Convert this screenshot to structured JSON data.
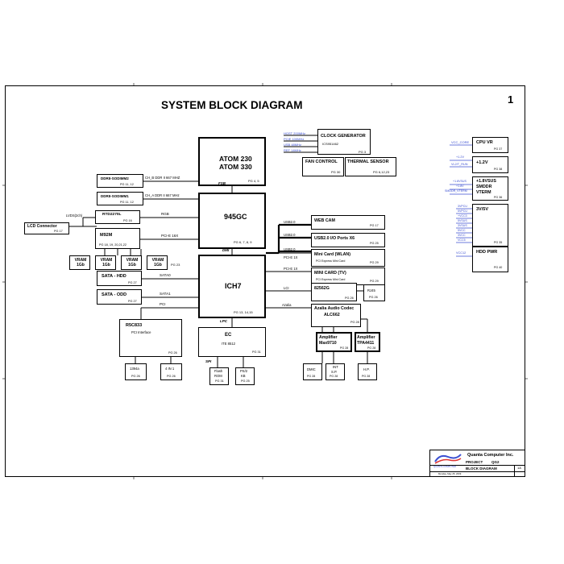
{
  "title": "SYSTEM BLOCK DIAGRAM",
  "sheet_number": "1",
  "cpu": {
    "line1": "ATOM 230",
    "line2": "ATOM 330",
    "pg": "PG 4, 5",
    "bus": "FSB"
  },
  "nb": {
    "name": "945GC",
    "pg": "PG 6, 7, 8, 9",
    "bus": "DMI"
  },
  "sb": {
    "name": "ICH7",
    "pg": "PG 13, 14,15",
    "bus": "LPC"
  },
  "clock": {
    "name": "CLOCK GENERATOR",
    "part": "ICS951462",
    "pg": "PG 3",
    "signals": [
      "HOST 200MHz",
      "PCIE 100MHz",
      "USB 48MHz",
      "REF 14MHz"
    ]
  },
  "fan": {
    "name": "FAN CONTROL",
    "pg": "PG 30"
  },
  "thermal": {
    "name": "THERMAL SENSOR",
    "pg": "PG 6,12,23"
  },
  "ddr2": {
    "name": "DDRII-SODIMM2",
    "pg": "PG 11, 12",
    "bus": "CH_B DDR II 667 MHZ"
  },
  "ddr1": {
    "name": "DDRII-SODIMM1",
    "pg": "PG 11, 12",
    "bus": "CH_A  DDR II 667 MHz"
  },
  "rtd": {
    "name": "RTD2270L",
    "pg": "PG 16",
    "bus": "RGB"
  },
  "lvds": "LVDS(2ch)",
  "lcd": {
    "name": "LCD Connector",
    "pg": "PG 17"
  },
  "m92": {
    "name": "M92M",
    "pg": "PG 18, 19, 20,21,22",
    "bus": "PCI-E  16X"
  },
  "vram": {
    "items": [
      "VRAM 1Gb",
      "VRAM 1Gb",
      "VRAM 1Gb",
      "VRAM 1Gb"
    ],
    "pg": "PG 23"
  },
  "sata_hdd": {
    "name": "SATA - HDD",
    "pg": "PG 27",
    "bus": "SATA0"
  },
  "sata_odd": {
    "name": "SATA - ODD",
    "pg": "PG 27",
    "bus": "SATA1"
  },
  "pci_bus": "PCI",
  "r5c": {
    "name": "R5C833",
    "sub": "PCI Interface",
    "pg": "PG 26"
  },
  "ieee": {
    "name": "1394a",
    "pg": "PG 26"
  },
  "fourin1": {
    "name": "4 IN 1",
    "pg": "PG 26"
  },
  "ec": {
    "name": "EC",
    "part": "ITE 8512",
    "pg": "PG 31",
    "bus": "SPI"
  },
  "flash": {
    "line1": "Flash",
    "line2": "ROM",
    "pg": "PG 31"
  },
  "ps2": {
    "line1": "PS/2",
    "line2": "KB",
    "pg": "PG 25"
  },
  "webcam": {
    "name": "WEB CAM",
    "pg": "PG 17",
    "bus": "USB2.0"
  },
  "usbports": {
    "name": "USB2.0  I/O Ports X6",
    "pg": "PG 25",
    "bus": "USB2.0"
  },
  "wlan": {
    "name": "Mini Card (WLAN)",
    "sub": "PCI Express Mini Card",
    "pg": "PG 29",
    "bus": "USB2.0",
    "bus2": "PCI-E  1X"
  },
  "tv": {
    "name": "MINI CARD (TV)",
    "sub": "PCI Express Mini Card",
    "pg": "PG 29",
    "bus": "PCI-E  1X"
  },
  "lan": {
    "name": "82562G",
    "pg": "PG 26",
    "bus": "LCI",
    "rj": "RJ45",
    "rjpg": "PG 26"
  },
  "audio": {
    "line1": "Azalia Audio Codec",
    "line2": "ALC662",
    "pg": "PG 28",
    "bus": "Azalia"
  },
  "amp1": {
    "line1": "Amplifier",
    "line2": "Max9710",
    "pg": "PG 28"
  },
  "amp2": {
    "line1": "Amplifier",
    "line2": "TPA4411",
    "pg": "PG 28"
  },
  "dmic": {
    "name": "DMIC",
    "pg": "PG 28"
  },
  "intspk": {
    "line1": "INT",
    "line2": "S.P.",
    "pg": "PG 28"
  },
  "hp": {
    "name": "H.P.",
    "pg": "PG 28"
  },
  "cpuvr": {
    "name": "CPU VR",
    "sig": "VCC_CORE",
    "pg": "PG 37"
  },
  "v12": {
    "name": "+1.2V",
    "sig1": "+1.2V",
    "sig2": "VL2/T_RUN",
    "pg": "PG 38"
  },
  "v18": {
    "line1": "+1.8VSUS",
    "line2": "SMDDR",
    "line3": "VTERM",
    "sig1": "+1.8VSUS",
    "sig2": "+1.8V",
    "sig3": "SMDDR_VTERM",
    "pg": "PG 36"
  },
  "v3v5": {
    "name": "3V/5V",
    "sigs": [
      "3VPCU",
      "5VPCU",
      "+VCC3",
      "5VSUS",
      "3VSUS",
      "5VCC",
      "3VCC",
      "VCC5"
    ],
    "pg": "PG 35"
  },
  "hddpwr": {
    "name": "HDD PWR",
    "sig": "VCC12",
    "pg": "PG 40"
  },
  "titleblock": {
    "company": "Quanta Computer Inc.",
    "project_label": "PROJECT",
    "project": "QG2",
    "doc": "BLOCK DIAGRAM",
    "logo_text": "QUANTA COMPUTER",
    "date": "Monday, May 25, 2009",
    "rev": "1A"
  }
}
